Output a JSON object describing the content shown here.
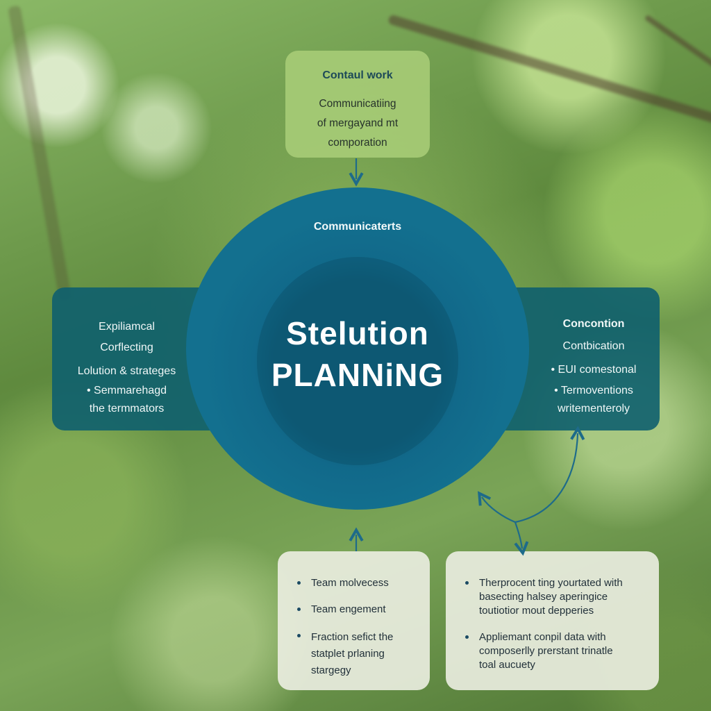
{
  "top_card": {
    "title": "Contaul work",
    "lines": [
      "Communicatiing",
      "of mergayand mt",
      "comporation"
    ]
  },
  "circle": {
    "label": "Communicaterts",
    "title_line1": "Stelution",
    "title_line2": "PLANNiNG"
  },
  "left_band": {
    "lines": [
      "Expiliamcal",
      "Corflecting",
      "Lolution & strateges"
    ],
    "bullet": [
      "• Semmarehagd",
      "the termmators"
    ]
  },
  "right_band": {
    "title": "Concontion",
    "lines": [
      "Contbication"
    ],
    "bullets": [
      "• EUI comestonal",
      "• Termoventions",
      "writementeroly"
    ]
  },
  "bottom_left": {
    "items": [
      [
        "Team molvecess"
      ],
      [
        "Team engement"
      ],
      [
        "Fraction sefict the",
        "statplet prlaning",
        "stargegy"
      ]
    ]
  },
  "bottom_right": {
    "items": [
      [
        "Therprocent ting yourtated with",
        "basecting halsey aperingice",
        "toutiotior mout depperies"
      ],
      [
        "Appliemant conpil data with",
        "composerlly prerstant trinatle",
        "toal aucuety"
      ]
    ]
  },
  "colors": {
    "band": "#0e5f6e",
    "circle": "#13708f",
    "top_card": "#a8cd78",
    "bottom_card": "#eceee2",
    "arrow": "#1e6b8a"
  }
}
